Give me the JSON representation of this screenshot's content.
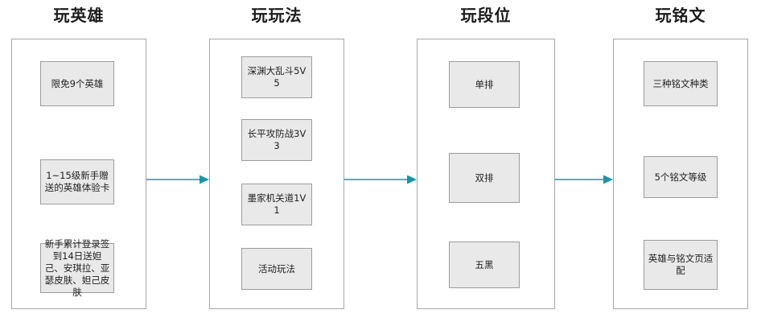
{
  "diagram": {
    "accent_color": "#1a95a8",
    "frame_border_color": "#a6a6a6",
    "node_fill_color": "#e9e9e9",
    "node_border_color": "#9c9c9c",
    "title_color": "#1b1b1b",
    "background_color": "#ffffff"
  },
  "columns": [
    {
      "title": "玩英雄",
      "nodes": [
        {
          "label": "限免9个英雄"
        },
        {
          "label": "1~15级新手赠送的英雄体验卡"
        },
        {
          "label": "新手累计登录签到14日送妲己、安琪拉、亚瑟皮肤、妲己皮肤"
        }
      ]
    },
    {
      "title": "玩玩法",
      "nodes": [
        {
          "label": "深渊大乱斗5V5"
        },
        {
          "label": "长平攻防战3V3"
        },
        {
          "label": "墨家机关道1V1"
        },
        {
          "label": "活动玩法"
        }
      ]
    },
    {
      "title": "玩段位",
      "nodes": [
        {
          "label": "单排"
        },
        {
          "label": "双排"
        },
        {
          "label": "五黑"
        }
      ]
    },
    {
      "title": "玩铭文",
      "nodes": [
        {
          "label": "三种铭文种类"
        },
        {
          "label": "5个铭文等级"
        },
        {
          "label": "英雄与铭文页适配"
        }
      ]
    }
  ],
  "arrows": [
    {
      "from": "玩英雄",
      "to": "玩玩法"
    },
    {
      "from": "玩玩法",
      "to": "玩段位"
    },
    {
      "from": "玩段位",
      "to": "玩铭文"
    }
  ]
}
